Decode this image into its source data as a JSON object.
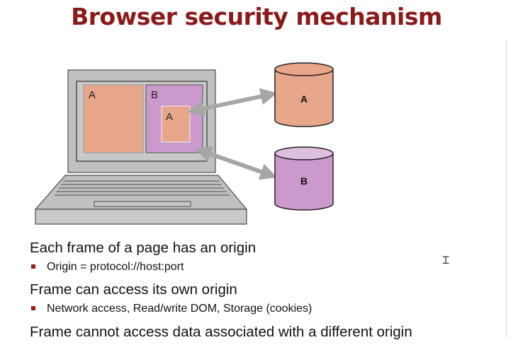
{
  "title": "Browser security mechanism",
  "diagram": {
    "frame_a_label": "A",
    "frame_b_label": "B",
    "nested_frame_label": "A",
    "database_a_label": "A",
    "database_b_label": "B",
    "colors": {
      "origin_a": "#e8a68a",
      "origin_b": "#cc99cc",
      "laptop": "#c0c0c0",
      "arrow": "#a6a6a6",
      "title": "#8b1a1a"
    }
  },
  "bullets": [
    {
      "text": "Each frame of a page has an origin",
      "sub": [
        "Origin = protocol://host:port"
      ]
    },
    {
      "text": "Frame can access its own origin",
      "sub": [
        "Network access, Read/write DOM, Storage (cookies)"
      ]
    },
    {
      "text": "Frame cannot access data associated with a different origin",
      "sub": []
    }
  ],
  "cursor_icon": "text-cursor-icon"
}
